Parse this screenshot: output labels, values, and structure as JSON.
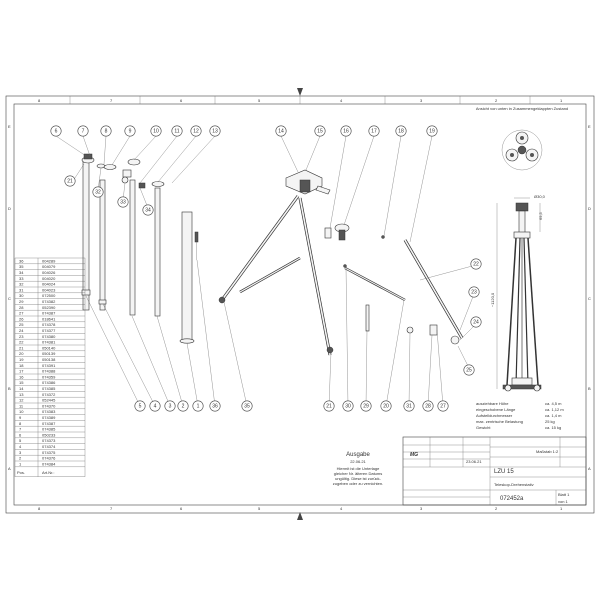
{
  "frame": {
    "top_labels": [
      "8",
      "7",
      "6",
      "5",
      "4",
      "3",
      "2",
      "1"
    ],
    "left_labels": [
      "E",
      "D",
      "C",
      "B",
      "A"
    ]
  },
  "bubbles": [
    "6",
    "7",
    "8",
    "9",
    "10",
    "11",
    "12",
    "13",
    "14",
    "15",
    "16",
    "17",
    "18",
    "19",
    "21",
    "32",
    "33",
    "34",
    "5",
    "4",
    "3",
    "2",
    "1",
    "36",
    "35",
    "21",
    "30",
    "29",
    "20",
    "31",
    "28",
    "27",
    "22",
    "23",
    "24",
    "25"
  ],
  "view_note": "Ansicht von unten in Zusammengeklappten Zustand",
  "dims": {
    "d1": "Ø30,0",
    "d2": "69,5",
    "h": "~1120,0"
  },
  "specs": [
    {
      "label": "ausziehbare Höhe",
      "value": "ca. 4,5 m"
    },
    {
      "label": "eingeschobene Länge",
      "value": "ca. 1,12 m"
    },
    {
      "label": "Aufstelldurchmesser",
      "value": "ca. 1,4 m"
    },
    {
      "label": "max. zentrische Belastung",
      "value": "25 kg"
    },
    {
      "label": "Gewicht",
      "value": "ca. 15 kg"
    }
  ],
  "parts_list": {
    "header": {
      "pos": "Pos.",
      "art": "Art.Nr.:"
    },
    "rows": [
      [
        "36",
        "004289"
      ],
      [
        "35",
        "004079"
      ],
      [
        "34",
        "004026"
      ],
      [
        "33",
        "004020"
      ],
      [
        "32",
        "004024"
      ],
      [
        "31",
        "004023"
      ],
      [
        "30",
        "072500"
      ],
      [
        "29",
        "074382"
      ],
      [
        "28",
        "052390"
      ],
      [
        "27",
        "074387"
      ],
      [
        "26",
        "018641"
      ],
      [
        "25",
        "074378"
      ],
      [
        "24",
        "074377"
      ],
      [
        "23",
        "074380"
      ],
      [
        "22",
        "074381"
      ],
      [
        "21",
        "050140"
      ],
      [
        "20",
        "050139"
      ],
      [
        "19",
        "050138"
      ],
      [
        "18",
        "074391"
      ],
      [
        "17",
        "074388"
      ],
      [
        "16",
        "074359"
      ],
      [
        "15",
        "074386"
      ],
      [
        "14",
        "074385"
      ],
      [
        "13",
        "074372"
      ],
      [
        "12",
        "052445"
      ],
      [
        "11",
        "074370"
      ],
      [
        "10",
        "074383"
      ],
      [
        "9",
        "074389"
      ],
      [
        "8",
        "074387"
      ],
      [
        "7",
        "074385"
      ],
      [
        "6",
        "050233"
      ],
      [
        "5",
        "074373"
      ],
      [
        "4",
        "074374"
      ],
      [
        "3",
        "074375"
      ],
      [
        "2",
        "074376"
      ],
      [
        "1",
        "074384"
      ]
    ]
  },
  "ausgabe": {
    "title": "Ausgabe",
    "date": "22.06.21",
    "text": [
      "Hiermit ist die Unterlage",
      "gleicher Nr. älteren Datums",
      "ungültig. Diese ist zurück-",
      "zugeben oder zu vernichten."
    ]
  },
  "title_block": {
    "logo": "MG",
    "product": "LZU 15",
    "description": "Teleskop-Drehenstativ",
    "drawing_no": "072452a",
    "sheet_label": "Blatt 1",
    "sheet_of": "von 1",
    "date": "23.06.21",
    "scale": "Maßstab 1:2"
  }
}
